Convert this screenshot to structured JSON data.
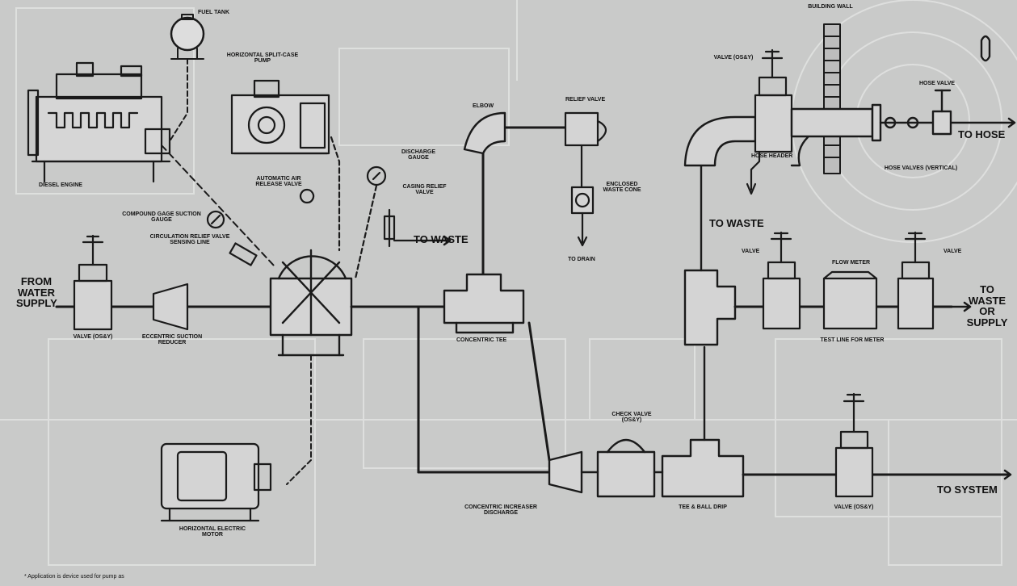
{
  "labels": {
    "fuel_tank": "FUEL TANK",
    "diesel_engine": "DIESEL ENGINE",
    "horizontal_pump": "HORIZONTAL SPLIT-CASE PUMP",
    "automatic_air_release": "AUTOMATIC AIR RELEASE VALVE",
    "discharge_gauge": "DISCHARGE GAUGE",
    "suction_gauge": "COMPOUND GAGE SUCTION GAUGE",
    "relief_valve_sensing": "CIRCULATION RELIEF VALVE SENSING LINE",
    "casing_relief": "CASING RELIEF VALVE",
    "to_waste_1": "TO WASTE",
    "elbow": "ELBOW",
    "relief_valve": "RELIEF VALVE",
    "enclosed_waste_cone": "ENCLOSED WASTE CONE",
    "to_drain": "TO DRAIN",
    "tee": "CONCENTRIC TEE",
    "from_water_supply_l1": "FROM",
    "from_water_supply_l2": "WATER",
    "from_water_supply_l3": "SUPPLY",
    "valve_os_y_1": "VALVE (OS&Y)",
    "eccentric_reducer": "ECCENTRIC SUCTION REDUCER",
    "electric_motor": "HORIZONTAL ELECTRIC MOTOR",
    "concentric_increaser": "CONCENTRIC INCREASER DISCHARGE",
    "check_valve": "CHECK VALVE (OS&Y)",
    "tee_ball_drip": "TEE & BALL DRIP",
    "valve_os_y_2": "VALVE (OS&Y)",
    "to_system": "TO SYSTEM",
    "valve_os_y_3": "VALVE (OS&Y)",
    "building_wall": "BUILDING WALL",
    "hose_valve": "HOSE VALVE",
    "hose_header": "HOSE HEADER",
    "to_hose": "TO HOSE",
    "hose_valves_note": "HOSE VALVES (VERTICAL)",
    "to_waste_2": "TO WASTE",
    "valve_4": "VALVE",
    "flow_meter": "FLOW METER",
    "valve_5": "VALVE",
    "to_waste_or_supply_l1": "TO",
    "to_waste_or_supply_l2": "WASTE",
    "to_waste_or_supply_l3": "OR",
    "to_waste_or_supply_l4": "SUPPLY",
    "test_line": "TEST LINE FOR METER",
    "footnote": "* Application is device used for pump as"
  }
}
